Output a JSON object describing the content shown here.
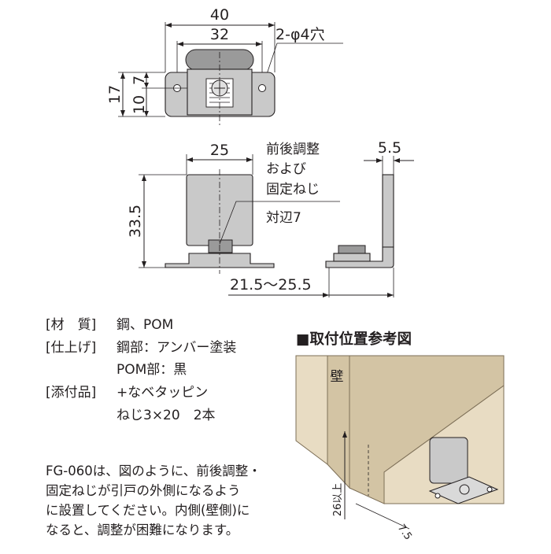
{
  "top_view": {
    "dim_overall_width": "40",
    "dim_hole_pitch": "32",
    "dim_holes": "2-φ4穴",
    "dim_height": "17",
    "dim_slot_upper": "7",
    "dim_slot_lower": "10"
  },
  "front_view": {
    "dim_width": "25",
    "dim_height": "33.5",
    "callout_adjust_1": "前後調整",
    "callout_adjust_2": "および",
    "callout_adjust_3": "固定ねじ",
    "callout_hex": "対辺7"
  },
  "side_view": {
    "dim_thickness": "5.5",
    "dim_range": "21.5〜25.5"
  },
  "specs": {
    "material_label": "[材　質]",
    "material_value": "鋼、POM",
    "finish_label": "[仕上げ]",
    "finish_value_1": "鋼部：アンバー塗装",
    "finish_value_2": "POM部：黒",
    "accessory_label": "[添付品]",
    "accessory_value_1": "+なベタッピン",
    "accessory_value_2": "ねじ3×20　2本"
  },
  "reference": {
    "heading": "■取付位置参考図",
    "wall_label": "壁",
    "dim_min_height": "26以上",
    "dim_offset": "7.5"
  },
  "note": {
    "line_1": "FG-060は、図のように、前後調整・",
    "line_2": "固定ねじが引戸の外側になるよう",
    "line_3": "に設置してください。内側(壁側)に",
    "line_4": "なると、調整が困難になります。"
  }
}
